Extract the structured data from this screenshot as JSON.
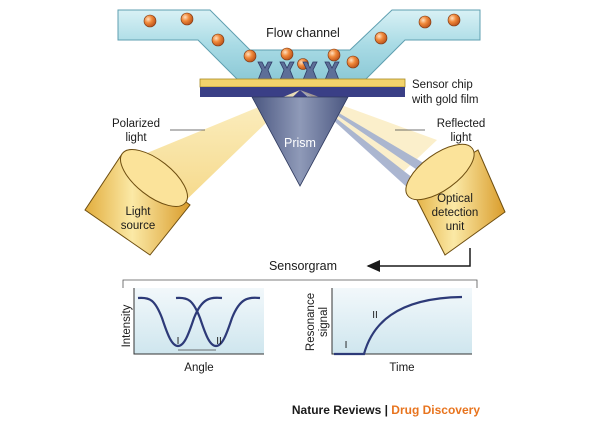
{
  "labels": {
    "flow_channel": "Flow channel",
    "sensor_chip_1": "Sensor chip",
    "sensor_chip_2": "with gold film",
    "polarized_1": "Polarized",
    "polarized_2": "light",
    "reflected_1": "Reflected",
    "reflected_2": "light",
    "prism": "Prism",
    "light_source_1": "Light",
    "light_source_2": "source",
    "optical_1": "Optical",
    "optical_2": "detection",
    "optical_3": "unit",
    "sensorgram": "Sensorgram"
  },
  "graphs": {
    "left": {
      "ylabel": "Intensity",
      "xlabel": "Angle",
      "mark_1": "I",
      "mark_2": "II"
    },
    "right": {
      "ylabel_1": "Resonance",
      "ylabel_2": "signal",
      "xlabel": "Time",
      "mark_1": "I",
      "mark_2": "II"
    }
  },
  "credit": {
    "publisher": "Nature Reviews",
    "separator": " | ",
    "journal": "Drug Discovery"
  },
  "colors": {
    "channel": "#a9dbe5",
    "particle": "#f0893a",
    "receptor": "#5d6f98",
    "gold": "#f3d36c",
    "chip_base": "#3a3f86",
    "prism": "#5a6794",
    "light": "#f7dc86",
    "curve": "#2d3a78",
    "journal_accent": "#e8741e"
  }
}
